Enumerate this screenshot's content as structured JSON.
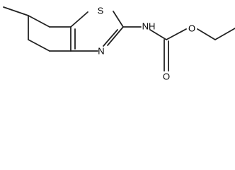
{
  "structure": {
    "atoms": {
      "sulfur": "S",
      "thiazole_nitrogen": "N",
      "nh": "NH",
      "carbonyl_oxygen": "O",
      "ester_oxygen": "O"
    }
  }
}
